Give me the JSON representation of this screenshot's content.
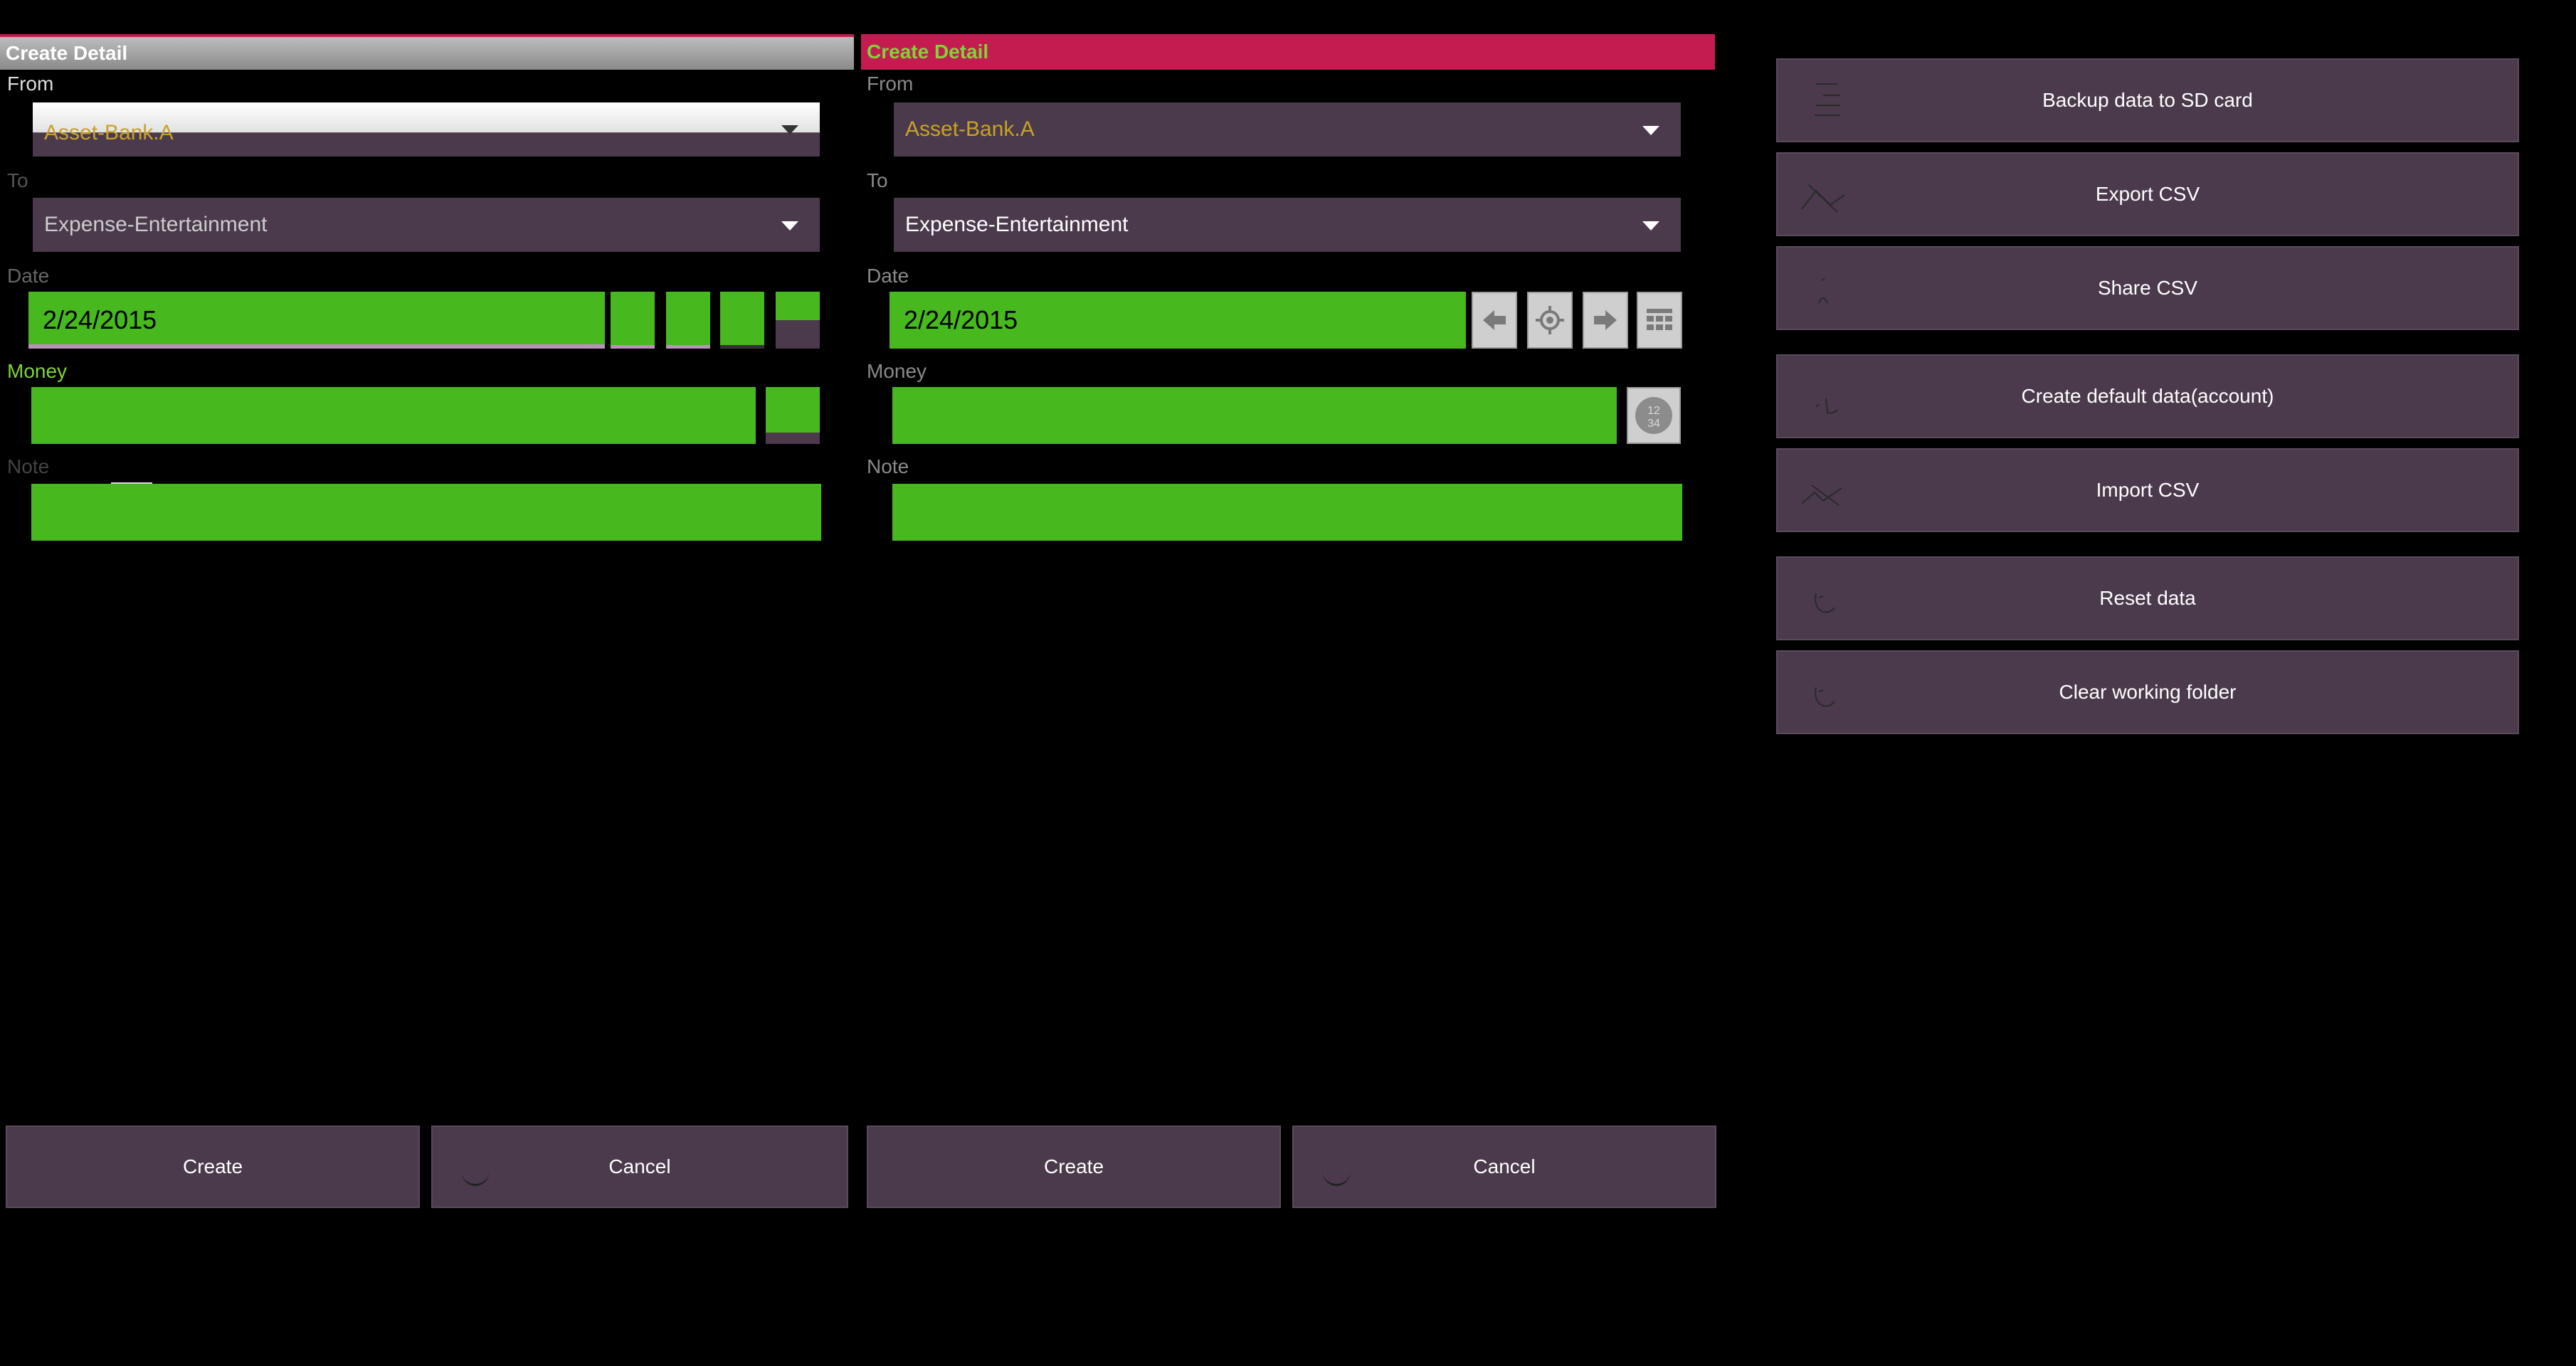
{
  "left_form": {
    "title": "Create Detail",
    "from_label": "From",
    "from_value": "Asset-Bank.A",
    "to_label": "To",
    "to_value": "Expense-Entertainment",
    "date_label": "Date",
    "date_value": "2/24/2015",
    "money_label": "Money",
    "money_value": "",
    "note_label": "Note",
    "note_value": "",
    "create_label": "Create",
    "cancel_label": "Cancel"
  },
  "right_form": {
    "title": "Create Detail",
    "from_label": "From",
    "from_value": "Asset-Bank.A",
    "to_label": "To",
    "to_value": "Expense-Entertainment",
    "date_label": "Date",
    "date_value": "2/24/2015",
    "money_label": "Money",
    "money_value": "",
    "note_label": "Note",
    "note_value": "",
    "create_label": "Create",
    "cancel_label": "Cancel",
    "date_tools": [
      "arrow-left-icon",
      "locate-today-icon",
      "arrow-right-icon",
      "calendar-icon"
    ],
    "calculator_icon": "calculator-icon"
  },
  "menu": {
    "items": [
      {
        "label": "Backup data to SD card",
        "icon": "backup-icon"
      },
      {
        "label": "Export CSV",
        "icon": "export-icon"
      },
      {
        "label": "Share CSV",
        "icon": "share-icon"
      },
      {
        "label": "Create default data(account)",
        "icon": "create-data-icon"
      },
      {
        "label": "Import CSV",
        "icon": "import-icon"
      },
      {
        "label": "Reset data",
        "icon": "reset-icon"
      },
      {
        "label": "Clear working folder",
        "icon": "clear-folder-icon"
      }
    ]
  },
  "colors": {
    "accent_pink": "#c41c50",
    "field_green": "#47b81e",
    "surface": "#4a3a4c",
    "from_text": "#c9a227",
    "money_label_active": "#7fd43a",
    "title_grey": "#9a9a9a"
  }
}
